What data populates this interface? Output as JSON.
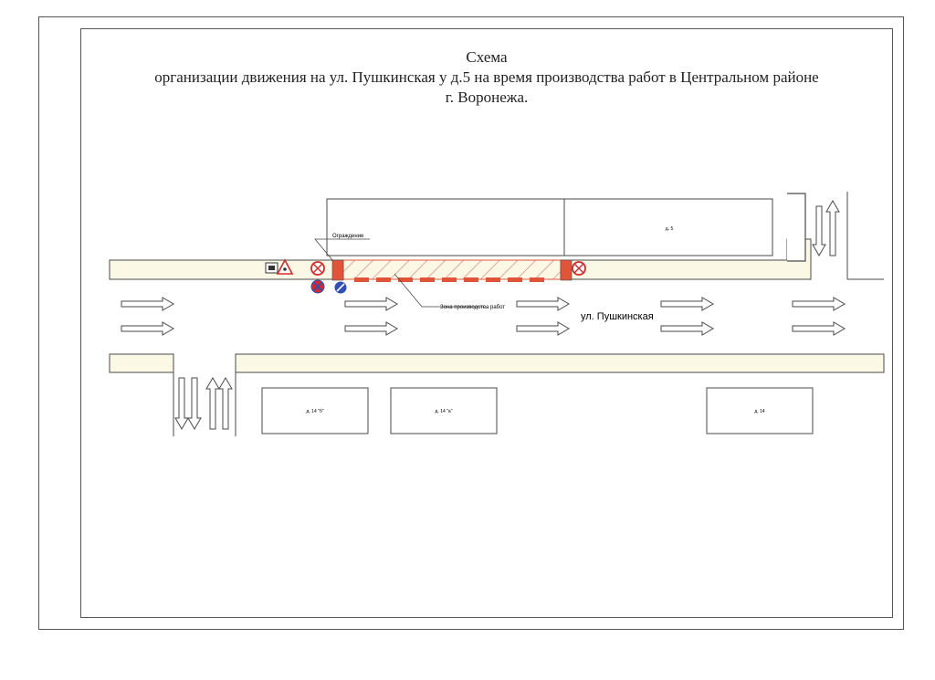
{
  "title": {
    "line1": "Схема",
    "line2": "организации движения на ул. Пушкинская у д.5 на время производства работ в Центральном районе",
    "line3": "г. Воронежа."
  },
  "labels": {
    "fence": "Ограждение",
    "work_zone": "Зона производства работ",
    "street": "ул. Пушкинская",
    "building_5": "д. 5",
    "building_14b": "д. 14 \"б\"",
    "building_14a": "д. 14 \"а\"",
    "building_14": "д. 14"
  },
  "colors": {
    "line": "#4a4a4a",
    "sidewalk_fill": "#fbf9e6",
    "barrier": "#e0553a",
    "sign_red": "#d8282a",
    "sign_blue": "#2f4fb5",
    "hatch": "#e7a59a"
  },
  "icons": [
    "traffic-arrow-right-icon",
    "traffic-arrow-down-icon",
    "traffic-arrow-up-icon",
    "no-stopping-sign-icon",
    "roadworks-warning-sign-icon",
    "no-entry-sign-icon",
    "detour-left-sign-icon"
  ]
}
